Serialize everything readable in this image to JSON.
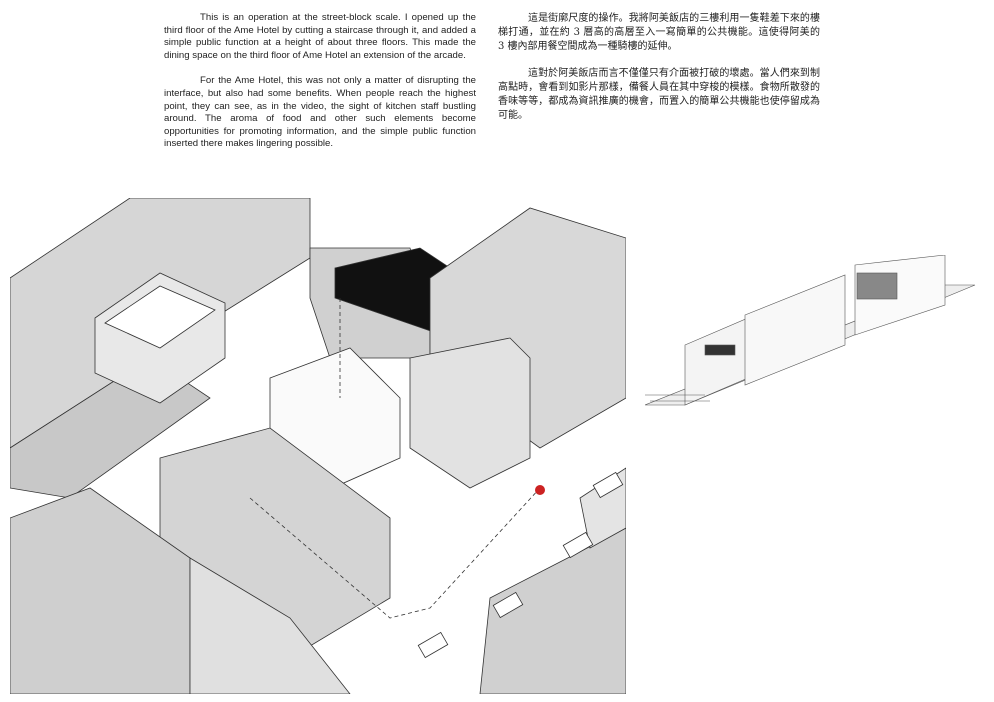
{
  "text_en": [
    "This is an operation at the street-block scale. I opened up the third floor of the Ame Hotel by cutting a staircase through it, and added a simple public function at a height of about three floors. This made the dining space on the third floor of Ame Hotel an extension of the arcade.",
    "For the Ame Hotel, this was not only a matter of disrupting the interface, but also had some benefits. When people reach the highest point, they can see, as in the video, the sight of kitchen staff bustling around. The aroma of food and other such elements become opportunities for promoting information, and the simple public function inserted there makes lingering possible."
  ],
  "text_zh": [
    "這是街廓尺度的操作。我將阿美飯店的三樓利用一隻鞋差下來的樓梯打通，並在約 3 層高的高層至入一寫簡單的公共機能。這使得阿美的 3 樓內部用餐空間成為一種騎樓的延伸。",
    "這對於阿美飯店而言不僅僅只有介面被打破的壞處。當人們來到制高點時，會看到如影片那樣，備餐人員在其中穿梭的模樣。食物所散發的香味等等，都成為資訊推廣的機會，而置入的簡單公共機能也使停留成為可能。"
  ],
  "colors": {
    "block": "#d4d4d4",
    "block_light": "#e6e6e6",
    "roof": "#000000",
    "highlight": "#cc2222"
  }
}
